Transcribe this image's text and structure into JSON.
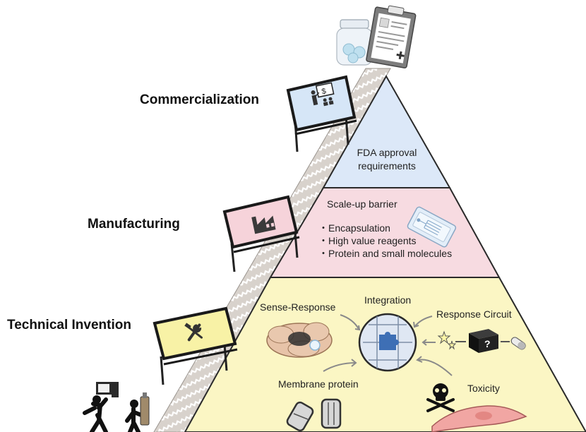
{
  "stages": {
    "commercialization": {
      "label": "Commercialization",
      "barrier_text": [
        "FDA approval",
        "requirements"
      ]
    },
    "manufacturing": {
      "label": "Manufacturing",
      "barrier_title": "Scale-up barrier",
      "bullets": [
        "Encapsulation",
        "High value reagents",
        "Protein and small molecules"
      ]
    },
    "technical_invention": {
      "label": "Technical Invention",
      "sub_labels": {
        "sense_response": "Sense-Response",
        "integration": "Integration",
        "response_circuit": "Response Circuit",
        "membrane_protein": "Membrane protein",
        "toxicity": "Toxicity"
      },
      "black_box_mark": "?"
    }
  },
  "colors": {
    "commercialization_fill": "#dce8f8",
    "manufacturing_fill": "#f7dbe1",
    "technical_fill": "#fbf6c4",
    "sign_fill_blue": "#d6e6f7",
    "sign_fill_pink": "#f6d3da",
    "sign_fill_yellow": "#f8f2a6",
    "outline": "#2a2a2a"
  },
  "icons": [
    "clipboard-icon",
    "pill-bottle-icon",
    "presentation-icon",
    "factory-icon",
    "tools-icon",
    "microfluidic-chip-icon",
    "puzzle-icon",
    "black-box-icon",
    "capsule-icon",
    "skull-icon",
    "cell-icon",
    "tissue-icon",
    "stars-icon",
    "membrane-protein-icon",
    "scientist-figures-icon"
  ]
}
